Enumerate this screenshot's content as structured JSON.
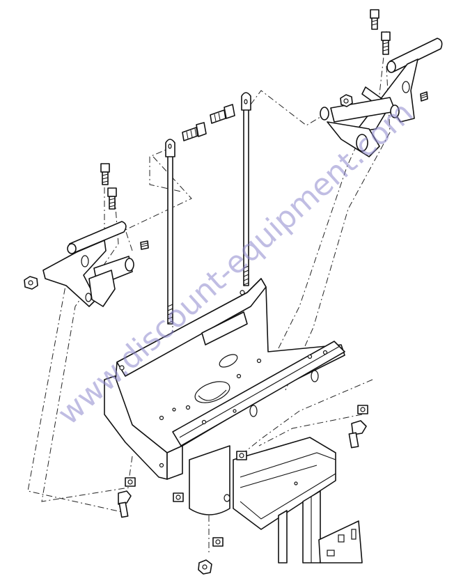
{
  "watermark": {
    "text": "www.discount-equipment.com",
    "color": "#8d86cc"
  },
  "diagram": {
    "parts": [
      "left-pivot-bracket",
      "right-pivot-bracket",
      "left-tie-rod",
      "right-tie-rod",
      "mounting-plate",
      "mast-post",
      "mast-channel",
      "hex-bolt",
      "lock-nut",
      "grease-fitting"
    ]
  }
}
